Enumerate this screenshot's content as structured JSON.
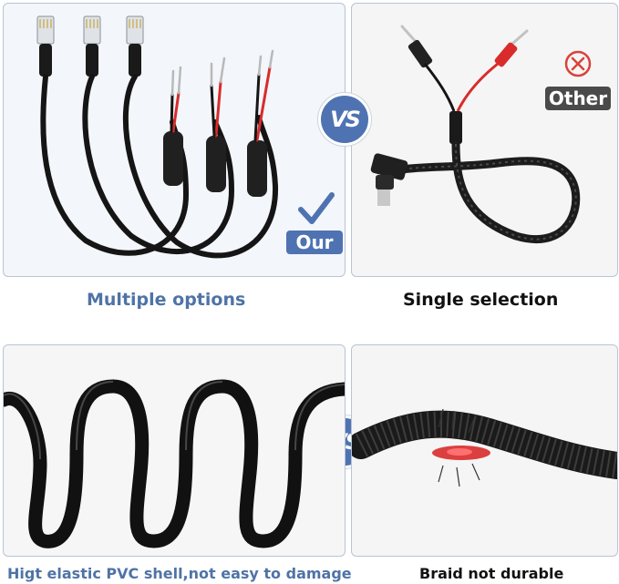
{
  "panels": {
    "top_left": {
      "badge": "Our",
      "caption": "Multiple options",
      "mark": "checkmark-icon"
    },
    "top_right": {
      "badge": "Other",
      "caption": "Single selection",
      "mark": "x-circle-icon"
    },
    "bottom_left": {
      "caption": "Higt elastic PVC shell,not easy to damage"
    },
    "bottom_right": {
      "caption": "Braid not durable"
    }
  },
  "vs_label": "VS",
  "colors": {
    "accent_blue": "#4f73b2",
    "caption_blue": "#4f73a6",
    "badge_gray": "#4a4a4a",
    "cable_black": "#151515",
    "wire_red": "#d92b2b",
    "mark_red": "#d9423a"
  }
}
